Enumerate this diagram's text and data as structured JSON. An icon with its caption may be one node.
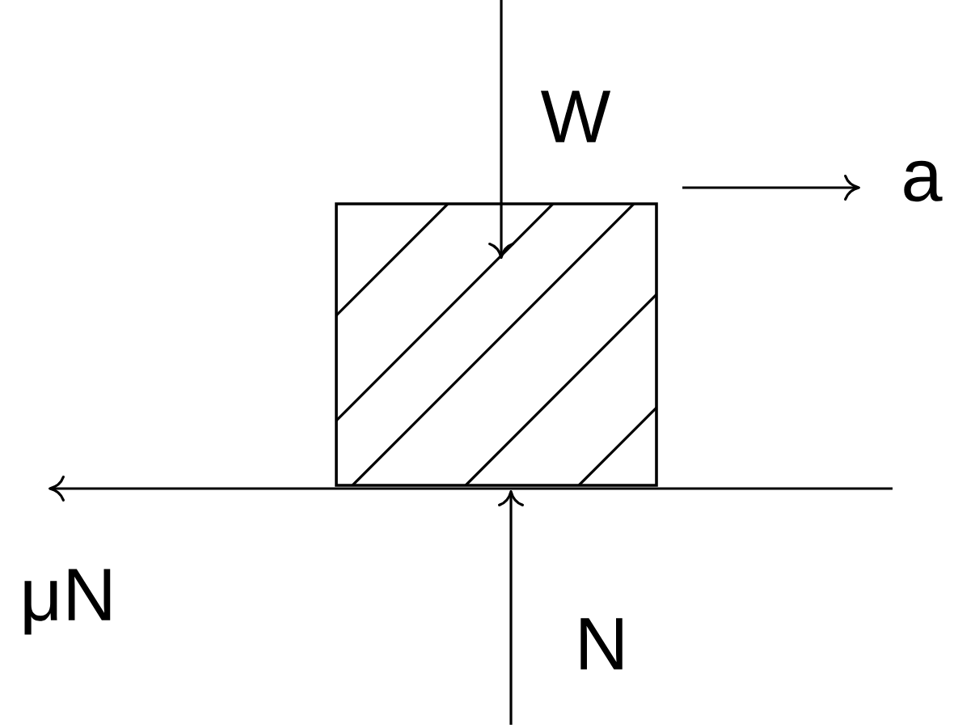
{
  "diagram": {
    "labels": [
      "W",
      "a",
      "μN",
      "N"
    ]
  }
}
